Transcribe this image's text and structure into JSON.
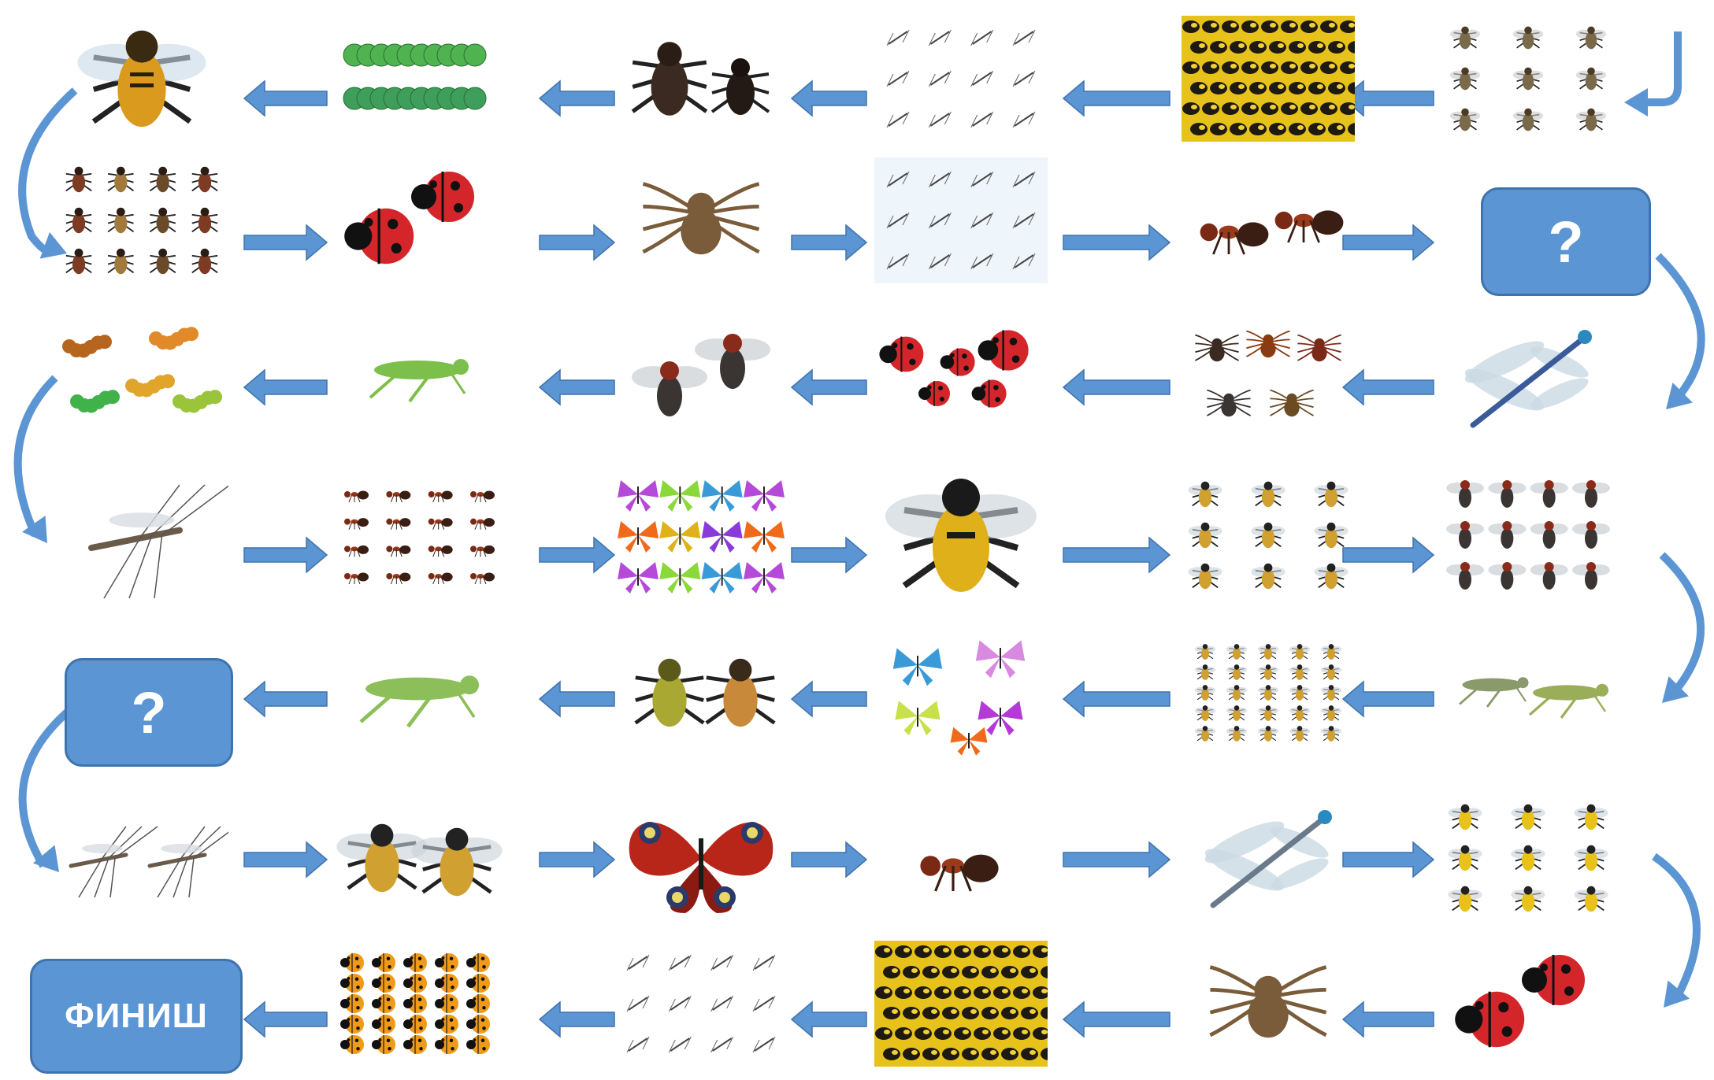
{
  "board": {
    "colors": {
      "arrow": "#5b95d3",
      "arrow_edge": "#3f73ad",
      "box": "#5b95d3"
    },
    "rows": [
      {
        "direction": "right-to-left",
        "cells": [
          "mayflies-group",
          "bee-swarm-honeycomb",
          "mosquitoes-flying",
          "stag-beetles",
          "green-caterpillars",
          "honey-bee"
        ]
      },
      {
        "direction": "left-to-right",
        "cells": [
          "beetle-collection",
          "ladybugs-pair",
          "tarantula",
          "mosquitoes-group",
          "red-ants-pair",
          "question-box"
        ]
      },
      {
        "direction": "right-to-left",
        "cells": [
          "dragonfly",
          "spiders-group",
          "ladybugs-group",
          "flies-pair",
          "green-mantis",
          "larvae-group"
        ]
      },
      {
        "direction": "left-to-right",
        "cells": [
          "mosquito",
          "ants-group",
          "colorful-butterflies",
          "bumblebee",
          "bumblebees-group",
          "flies-group"
        ]
      },
      {
        "direction": "right-to-left",
        "cells": [
          "grasshoppers-pair",
          "bees-group",
          "butterflies-group",
          "beetles-pair",
          "grasshopper",
          "question-box"
        ]
      },
      {
        "direction": "left-to-right",
        "cells": [
          "craneflies-pair",
          "bees-pair",
          "peacock-butterfly",
          "red-ant",
          "dragonfly-spotted",
          "wasps-group"
        ]
      },
      {
        "direction": "right-to-left",
        "cells": [
          "ladybugs-pair",
          "tarantula",
          "bee-swarm-honeycomb",
          "mosquitoes-flying",
          "ladybugs-orange-group",
          "finish-box"
        ]
      }
    ]
  },
  "labels": {
    "question_1": "?",
    "question_2": "?",
    "finish": "ФИНИШ"
  }
}
